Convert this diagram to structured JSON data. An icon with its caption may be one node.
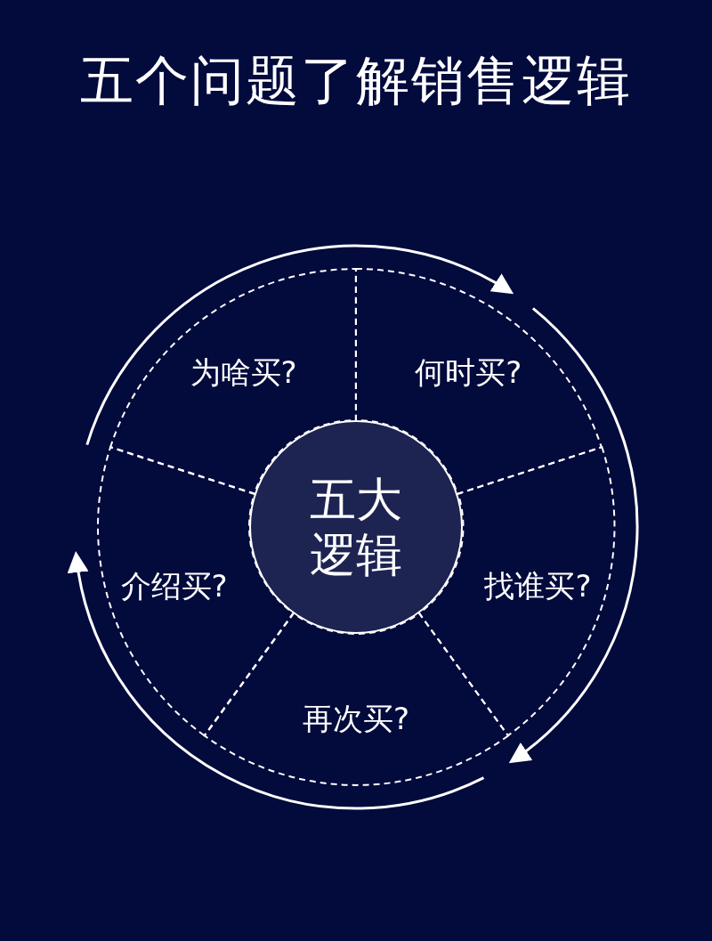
{
  "diagram": {
    "title": "五个问题了解销售逻辑",
    "nodes": [
      {
        "text": [
          "为啥买?"
        ]
      },
      {
        "text": [
          "何时买?"
        ]
      },
      {
        "text": [
          "五大逻辑"
        ]
      },
      {
        "text": [
          "介绍买?"
        ]
      },
      {
        "text": [
          "找谁买?"
        ]
      },
      {
        "text": [
          "再次买?"
        ]
      }
    ]
  }
}
